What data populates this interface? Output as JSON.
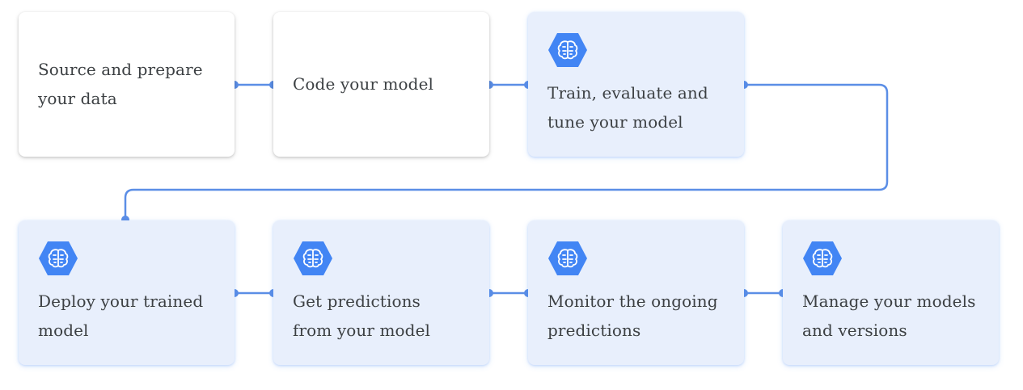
{
  "colors": {
    "connector": "#5b8ee6",
    "icon_fill": "#4285f4",
    "card_plain": "#ffffff",
    "card_ai": "#e8effc",
    "text": "#3c4043"
  },
  "icon": "ai-platform-hexagon-brain-icon",
  "steps": [
    {
      "label_line1": "Source and prepare",
      "label_line2": "your data",
      "has_icon": false
    },
    {
      "label_line1": "Code your model",
      "label_line2": "",
      "has_icon": false
    },
    {
      "label_line1": "Train, evaluate and",
      "label_line2": "tune your model",
      "has_icon": true
    },
    {
      "label_line1": "Deploy your trained",
      "label_line2": "model",
      "has_icon": true
    },
    {
      "label_line1": "Get predictions",
      "label_line2": "from your model",
      "has_icon": true
    },
    {
      "label_line1": "Monitor the ongoing",
      "label_line2": "predictions",
      "has_icon": true
    },
    {
      "label_line1": "Manage your models",
      "label_line2": "and versions",
      "has_icon": true
    }
  ]
}
